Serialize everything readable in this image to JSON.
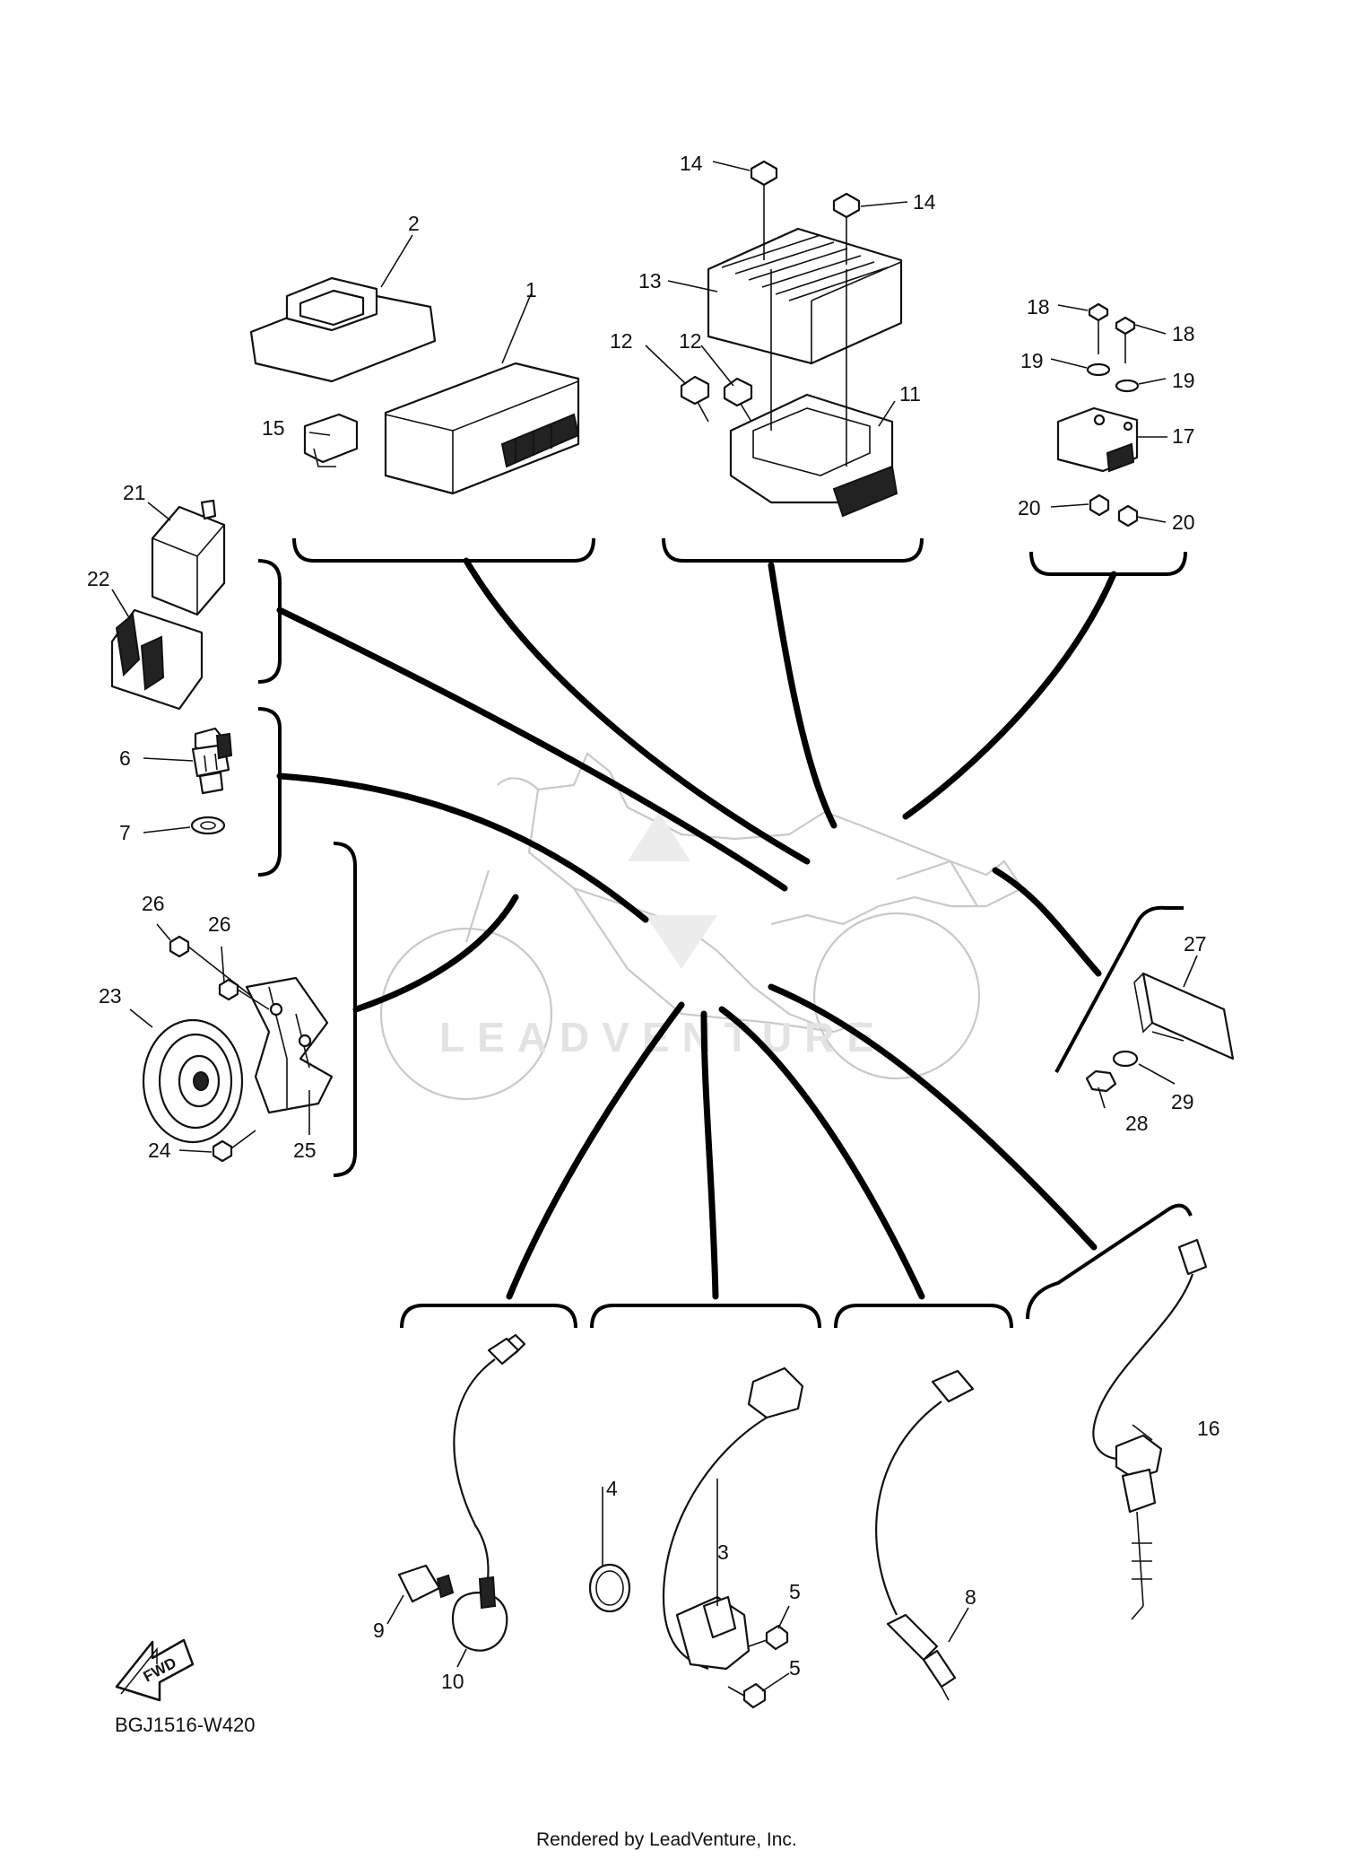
{
  "diagram": {
    "code": "BGJ1516-W420",
    "footer": "Rendered by LeadVenture, Inc.",
    "watermark": "LEADVENTURE",
    "direction_badge": "FWD"
  },
  "callouts": [
    "1",
    "2",
    "3",
    "4",
    "5",
    "5",
    "6",
    "7",
    "8",
    "9",
    "10",
    "11",
    "12",
    "12",
    "13",
    "14",
    "14",
    "15",
    "16",
    "17",
    "18",
    "18",
    "19",
    "19",
    "20",
    "20",
    "21",
    "22",
    "23",
    "24",
    "25",
    "26",
    "26",
    "27",
    "28",
    "29"
  ],
  "colors": {
    "ink": "#111111",
    "ghost": "#c9c9c9",
    "watermark": "#e3e3e3"
  }
}
